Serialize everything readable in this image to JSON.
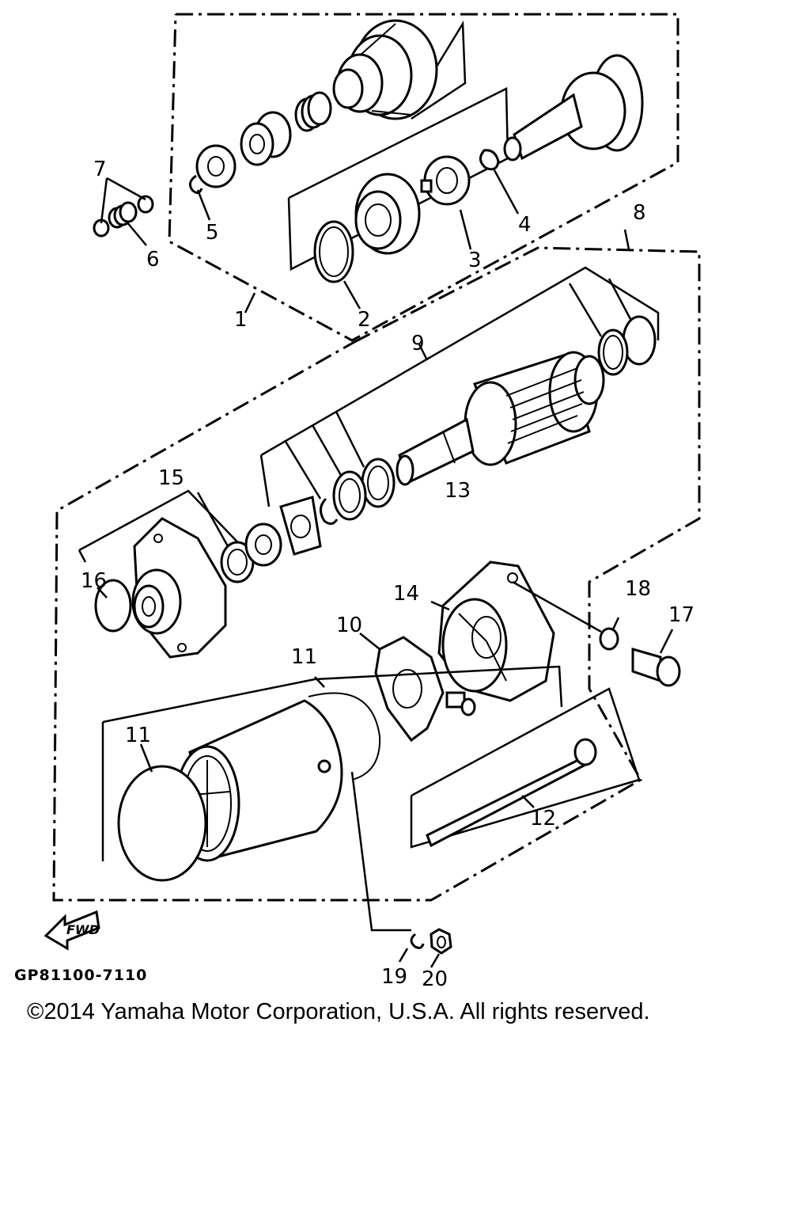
{
  "diagram": {
    "callouts": {
      "c1": "1",
      "c2": "2",
      "c3": "3",
      "c4": "4",
      "c5": "5",
      "c6": "6",
      "c7": "7",
      "c8": "8",
      "c9": "9",
      "c10": "10",
      "c11a": "11",
      "c11b": "11",
      "c12": "12",
      "c13": "13",
      "c14": "14",
      "c15": "15",
      "c16": "16",
      "c17": "17",
      "c18": "18",
      "c19": "19",
      "c20": "20"
    },
    "part_code": "GP81100-7110",
    "fwd_label": "FWD"
  },
  "footer": {
    "copyright": "©2014 Yamaha Motor Corporation, U.S.A. All rights reserved."
  }
}
